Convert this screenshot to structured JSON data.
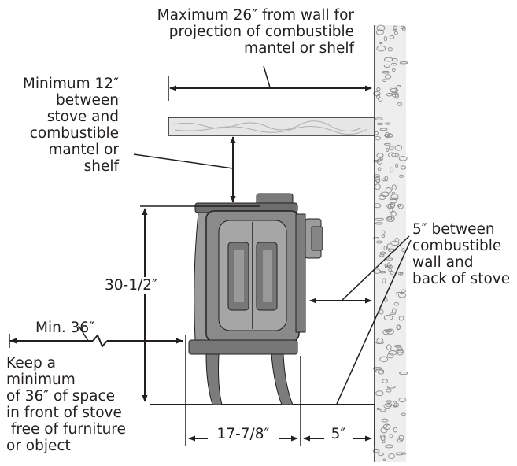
{
  "labels": {
    "max_mantel": "Maximum 26″ from wall for\nprojection of combustible\nmantel or shelf",
    "min_mantel": "Minimum 12″\nbetween\nstove and\ncombustible\nmantel or\nshelf",
    "wall_clearance": "5″ between\ncombustible\nwall and\nback of stove",
    "height": "30-1/2″",
    "front_min": "Min. 36″",
    "front_note": "Keep a\nminimum\nof 36″ of space\nin front of stove\n free of furniture\nor object",
    "depth": "17-7/8″",
    "rear": "5″"
  },
  "colors": {
    "line": "#231f20",
    "stove_body": "#8c8c8c",
    "stove_dark": "#5a5a5a",
    "stove_light": "#b4b4b4",
    "wall_fill": "#e8e8e8",
    "wall_texture": "#9a9a9a"
  }
}
